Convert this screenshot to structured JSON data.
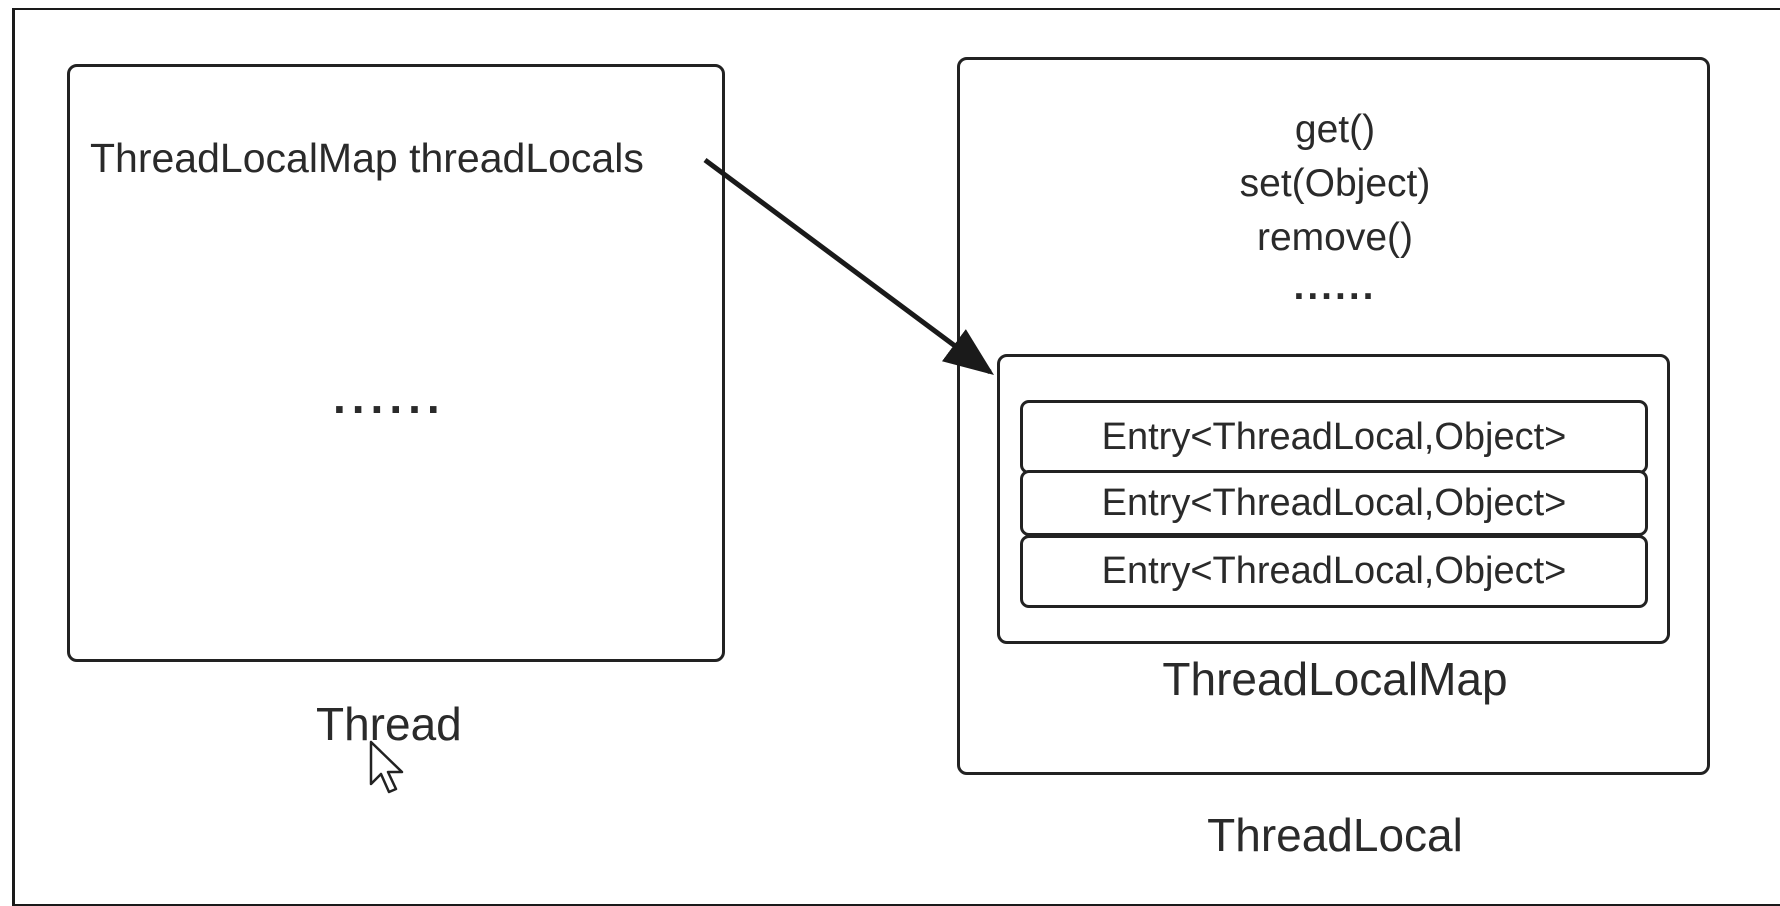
{
  "thread": {
    "field": "ThreadLocalMap threadLocals",
    "ellipsis": "......",
    "label": "Thread"
  },
  "thread_local": {
    "methods": [
      "get()",
      "set(Object)",
      "remove()"
    ],
    "ellipsis": "......",
    "label": "ThreadLocal"
  },
  "thread_local_map": {
    "entries": [
      "Entry<ThreadLocal,Object>",
      "Entry<ThreadLocal,Object>",
      "Entry<ThreadLocal,Object>"
    ],
    "label": "ThreadLocalMap"
  }
}
